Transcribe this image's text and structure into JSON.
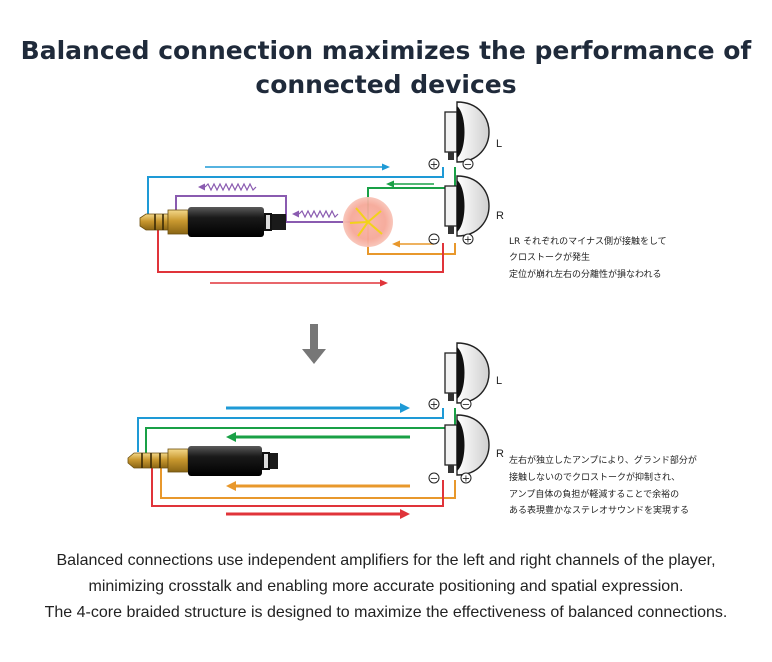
{
  "title": {
    "line1": "Balanced connection maximizes the performance of",
    "line2": "connected devices"
  },
  "top_diagram": {
    "label_l": "L",
    "label_r": "R",
    "note_lines": [
      "LR それぞれのマイナス側が接触をして",
      "クロストークが発生",
      "定位が崩れ左右の分離性が損なわれる"
    ]
  },
  "bottom_diagram": {
    "label_l": "L",
    "label_r": "R",
    "note_lines": [
      "左右が独立したアンプにより、グランド部分が",
      "接触しないのでクロストークが抑制され、",
      "アンプ自体の負担が軽減することで余裕の",
      "ある表現豊かなステレオサウンドを実現する"
    ]
  },
  "caption": {
    "line1": "Balanced connections use independent amplifiers for the left and right channels of the player,",
    "line2": "minimizing crosstalk and enabling more accurate positioning and spatial expression.",
    "line3": "The 4-core braided structure is designed to maximize the effectiveness of balanced connections."
  },
  "colors": {
    "blue": "#1e9ad6",
    "green": "#19a046",
    "purple": "#8a5bb0",
    "red": "#e0343a",
    "orange": "#e8982c",
    "arrow_gray": "#777777"
  },
  "icons": [
    "earphone-icon",
    "plus-terminal-icon",
    "minus-terminal-icon",
    "down-arrow-icon",
    "crosstalk-spark-icon"
  ]
}
